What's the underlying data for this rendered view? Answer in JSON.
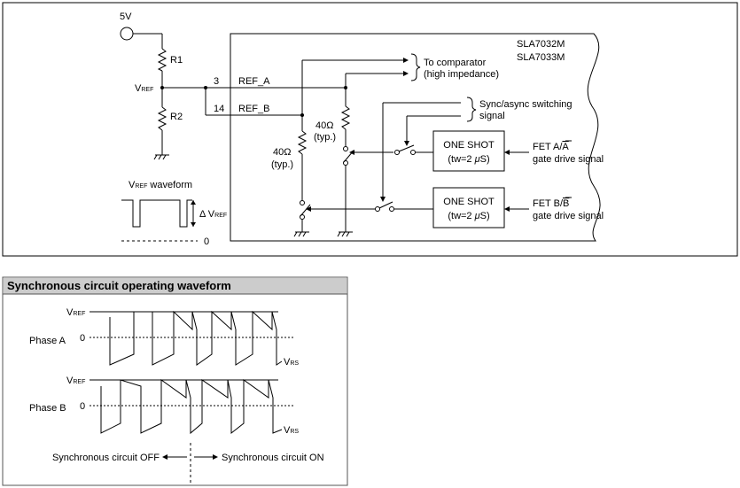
{
  "schematic": {
    "supply": "5V",
    "r1": "R1",
    "r2": "R2",
    "vref_main": "V",
    "vref_sub": "REF",
    "pin3": "3",
    "pin14": "14",
    "ref_a": "REF_A",
    "ref_b": "REF_B",
    "part1": "SLA7032M",
    "part2": "SLA7033M",
    "to_comparator": "To comparator",
    "high_impedance": "(high impedance)",
    "sync_line1": "Sync/async switching",
    "sync_line2": "signal",
    "r40_right": "40Ω",
    "typ_right": "(typ.)",
    "r40_left": "40Ω",
    "typ_left": "(typ.)",
    "one_shot": "ONE SHOT",
    "one_shot_tw_1": "(tw=2 ",
    "one_shot_mu": "μ",
    "one_shot_tw_2": "S)",
    "fet_a_line1_prefix": "FET A/",
    "fet_a_bar": "A",
    "fet_a_line2": "gate drive signal",
    "fet_b_line1_prefix": "FET B/",
    "fet_b_bar": "B",
    "fet_b_line2": "gate drive signal",
    "vref_waveform_main": "V",
    "vref_waveform_sub": "REF",
    "vref_waveform_rest": " waveform",
    "delta_prefix": "Δ V",
    "delta_sub": "REF",
    "zero": "0"
  },
  "waveform_panel": {
    "title": "Synchronous circuit operating waveform",
    "vref_main": "V",
    "vref_sub": "REF",
    "phase_a": "Phase A",
    "phase_b": "Phase B",
    "zero": "0",
    "vrs_main": "V",
    "vrs_sub": "RS",
    "sync_off": "Synchronous circuit OFF",
    "sync_on": "Synchronous circuit ON"
  },
  "colors": {
    "line": "#000000",
    "title_bar_bg": "#cccccc",
    "panel_border": "#555555"
  }
}
